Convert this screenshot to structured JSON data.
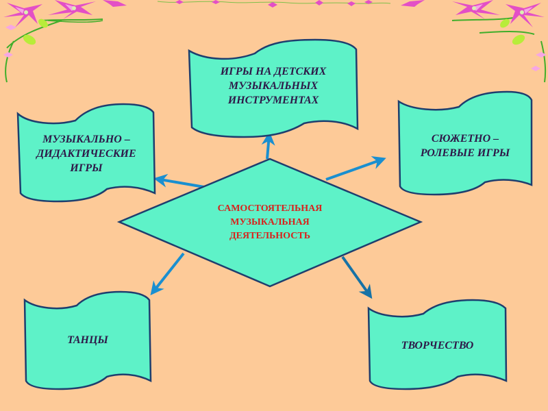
{
  "slide": {
    "background": "#fdca98",
    "decoration": "pink-lily-floral-border-top"
  },
  "colors": {
    "box_fill": "#5ef2c8",
    "box_stroke": "#1e3e6e",
    "arrow": "#1a8fd0",
    "arrow_dark": "#1672a6",
    "box_text": "#2e1848",
    "center_text": "#d8221c",
    "flower_pink": "#e34fc6",
    "flower_light": "#f6a6e4",
    "leaf_green": "#3fae2a",
    "bud_green": "#b8ec3a"
  },
  "diagram": {
    "center": {
      "shape": "diamond",
      "text": "САМОСТОЯТЕЛЬНАЯ\nМУЗЫКАЛЬНАЯ\nДЕЯТЕЛЬНОСТЬ"
    },
    "nodes": [
      {
        "id": "instruments",
        "shape": "wave-banner",
        "text": "ИГРЫ  НА  ДЕТСКИХ\nМУЗЫКАЛЬНЫХ\nИНСТРУМЕНТАХ"
      },
      {
        "id": "didactic",
        "shape": "wave-banner",
        "text": "МУЗЫКАЛЬНО –\nДИДАКТИЧЕСКИЕ\nИГРЫ"
      },
      {
        "id": "roleplay",
        "shape": "wave-banner",
        "text": "СЮЖЕТНО –\nРОЛЕВЫЕ ИГРЫ"
      },
      {
        "id": "dances",
        "shape": "wave-banner",
        "text": "ТАНЦЫ"
      },
      {
        "id": "creativity",
        "shape": "wave-banner",
        "text": "ТВОРЧЕСТВО"
      }
    ],
    "edges": [
      {
        "from": "center",
        "to": "instruments"
      },
      {
        "from": "center",
        "to": "didactic"
      },
      {
        "from": "center",
        "to": "roleplay"
      },
      {
        "from": "center",
        "to": "dances"
      },
      {
        "from": "center",
        "to": "creativity"
      }
    ]
  }
}
